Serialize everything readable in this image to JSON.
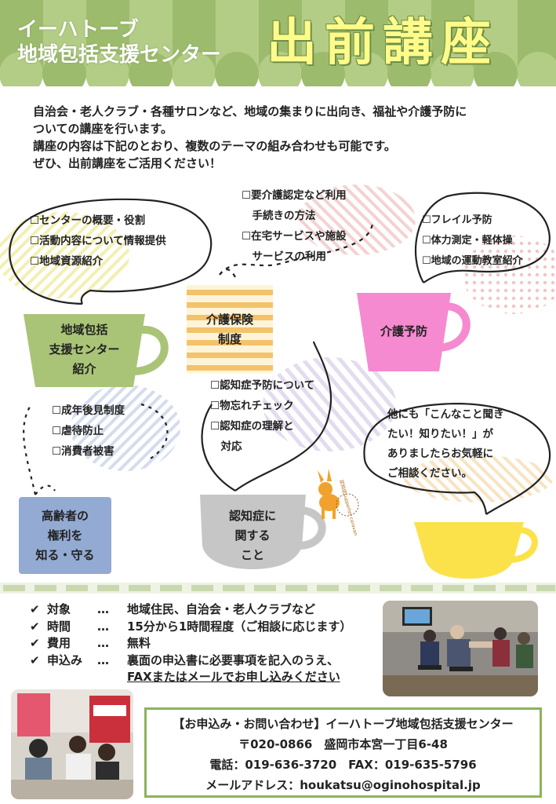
{
  "header": {
    "org_line1": "イーハトーブ",
    "org_line2": "地域包括支援センター",
    "title": "出前講座"
  },
  "intro": [
    "自治会・老人クラブ・各種サロンなど、地域の集まりに出向き、福祉や介護予防に",
    "ついての講座を行います。",
    "講座の内容は下記のとおり、複数のテーマの組み合わせも可能です。",
    "ぜひ、出前講座をご活用ください！"
  ],
  "topics": {
    "center": {
      "items": [
        "☐センターの概要・役割",
        "☐活動内容について情報提供",
        "☐地域資源紹介"
      ],
      "cup": [
        "地域包括",
        "支援センター",
        "紹介"
      ]
    },
    "insurance": {
      "items": [
        "☐要介護認定など利用",
        "　手続きの方法",
        "☐在宅サービスや施設",
        "　サービスの利用"
      ],
      "cup": [
        "介護保険",
        "制度"
      ]
    },
    "prevention": {
      "items": [
        "☐フレイル予防",
        "☐体力測定・軽体操",
        "☐地域の運動教室紹介"
      ],
      "cup": [
        "介護予防"
      ]
    },
    "rights": {
      "items": [
        "☐成年後見制度",
        "☐虐待防止",
        "☐消費者被害"
      ],
      "cup": [
        "高齢者の",
        "権利を",
        "知る・守る"
      ]
    },
    "dementia": {
      "items": [
        "☐認知症予防について",
        "☐物忘れチェック",
        "☐認知症の理解と",
        "　対応"
      ],
      "cup": [
        "認知症に",
        "関する",
        "こと"
      ]
    },
    "other": {
      "items": [
        "他にも「こんなこと聞き",
        "たい！知りたい！」が",
        "ありましたらお気軽に",
        "ご相談ください。"
      ]
    }
  },
  "mascot_text": "認知症supporter caravan",
  "info": [
    {
      "label": "対象",
      "value": "地域住民、自治会・老人クラブなど"
    },
    {
      "label": "時間",
      "value": "15分から1時間程度（ご相談に応じます）"
    },
    {
      "label": "費用",
      "value": "無料"
    },
    {
      "label": "申込み",
      "value": "裏面の申込書に必要事項を記入のうえ、"
    }
  ],
  "info_extra": "FAXまたはメールでお申し込みください",
  "info_markers": {
    "check": "✔",
    "dots": "…"
  },
  "contact": {
    "heading": "【お申込み・お問い合わせ】イーハトーブ地域包括支援センター",
    "address": "〒020-0866　盛岡市本宮一丁目6-48",
    "phone": "電話：019-636-3720　FAX：019-635-5796",
    "email": "メールアドレス：houkatsu@oginohospital.jp"
  },
  "colors": {
    "green": "#a9c477",
    "yellow_cup": "#fbe24a",
    "pink_cup": "#f58ad0",
    "blue_cup": "#93aad3",
    "gray_cup": "#c6c6c6",
    "stripe_orange": "#f2c36b"
  }
}
